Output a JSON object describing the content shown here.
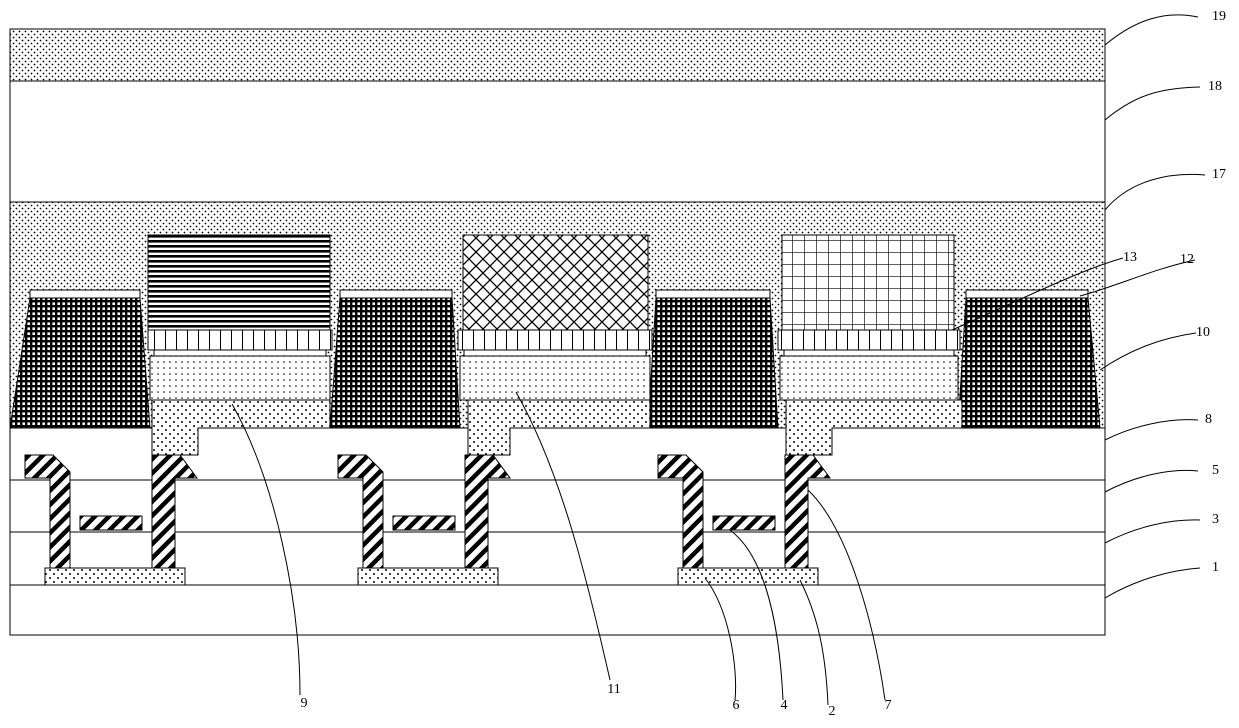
{
  "figure": {
    "type": "cross-section schematic",
    "layer_reference_numerals": [
      "19",
      "18",
      "17",
      "13",
      "12",
      "10",
      "8",
      "5",
      "3",
      "1"
    ],
    "bottom_reference_numerals": [
      "9",
      "11",
      "6",
      "4",
      "2",
      "7"
    ],
    "colors": {
      "stroke": "#000000",
      "background": "#ffffff"
    },
    "patterns": [
      "dotted",
      "fine-dots",
      "checker-grid",
      "horizontal-stripes",
      "crosshatch",
      "square-grid",
      "vertical-bars",
      "diagonal-stripes"
    ]
  }
}
